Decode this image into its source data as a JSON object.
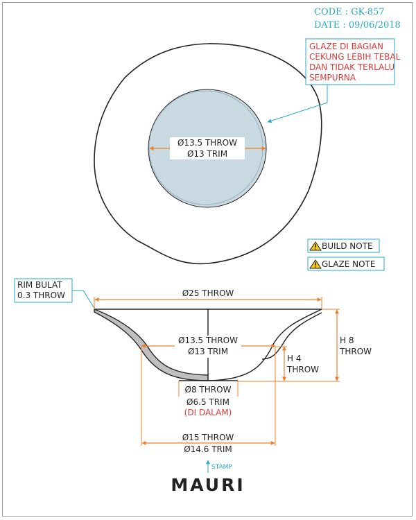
{
  "header": {
    "code": "CODE : GK-857",
    "date": "DATE : 09/06/2018"
  },
  "glaze_callout": {
    "lines": [
      "GLAZE DI BAGIAN",
      "CEKUNG LEBIH TEBAL",
      "DAN TIDAK TERLALU",
      "SEMPURNA"
    ]
  },
  "top_view": {
    "dia_throw": "Ø13.5 THROW",
    "dia_trim": "Ø13 TRIM"
  },
  "notes": {
    "build": "BUILD NOTE",
    "glaze": "GLAZE NOTE"
  },
  "rim_callout": {
    "line1": "RIM BULAT",
    "line2": "0.3 THROW"
  },
  "side_view": {
    "top_dia": "Ø25 THROW",
    "inner_throw": "Ø13.5 THROW",
    "inner_trim": "Ø13 TRIM",
    "h_inner_1": "H 4",
    "h_inner_2": "THROW",
    "h_total_1": "H 8",
    "h_total_2": "THROW",
    "foot_throw": "Ø8 THROW",
    "foot_trim": "Ø6.5 TRIM",
    "foot_note": "(DI DALAM)",
    "base_throw": "Ø15 THROW",
    "base_trim": "Ø14.6 TRIM"
  },
  "stamp": {
    "label": "STAMP",
    "brand": "MAURI"
  },
  "colors": {
    "accent": "#2aa7c8",
    "dimension": "#f07f2a",
    "warning_text": "#e03a3a",
    "glaze_fill": "#c9d9e2",
    "warning_icon": "#f5c518"
  }
}
